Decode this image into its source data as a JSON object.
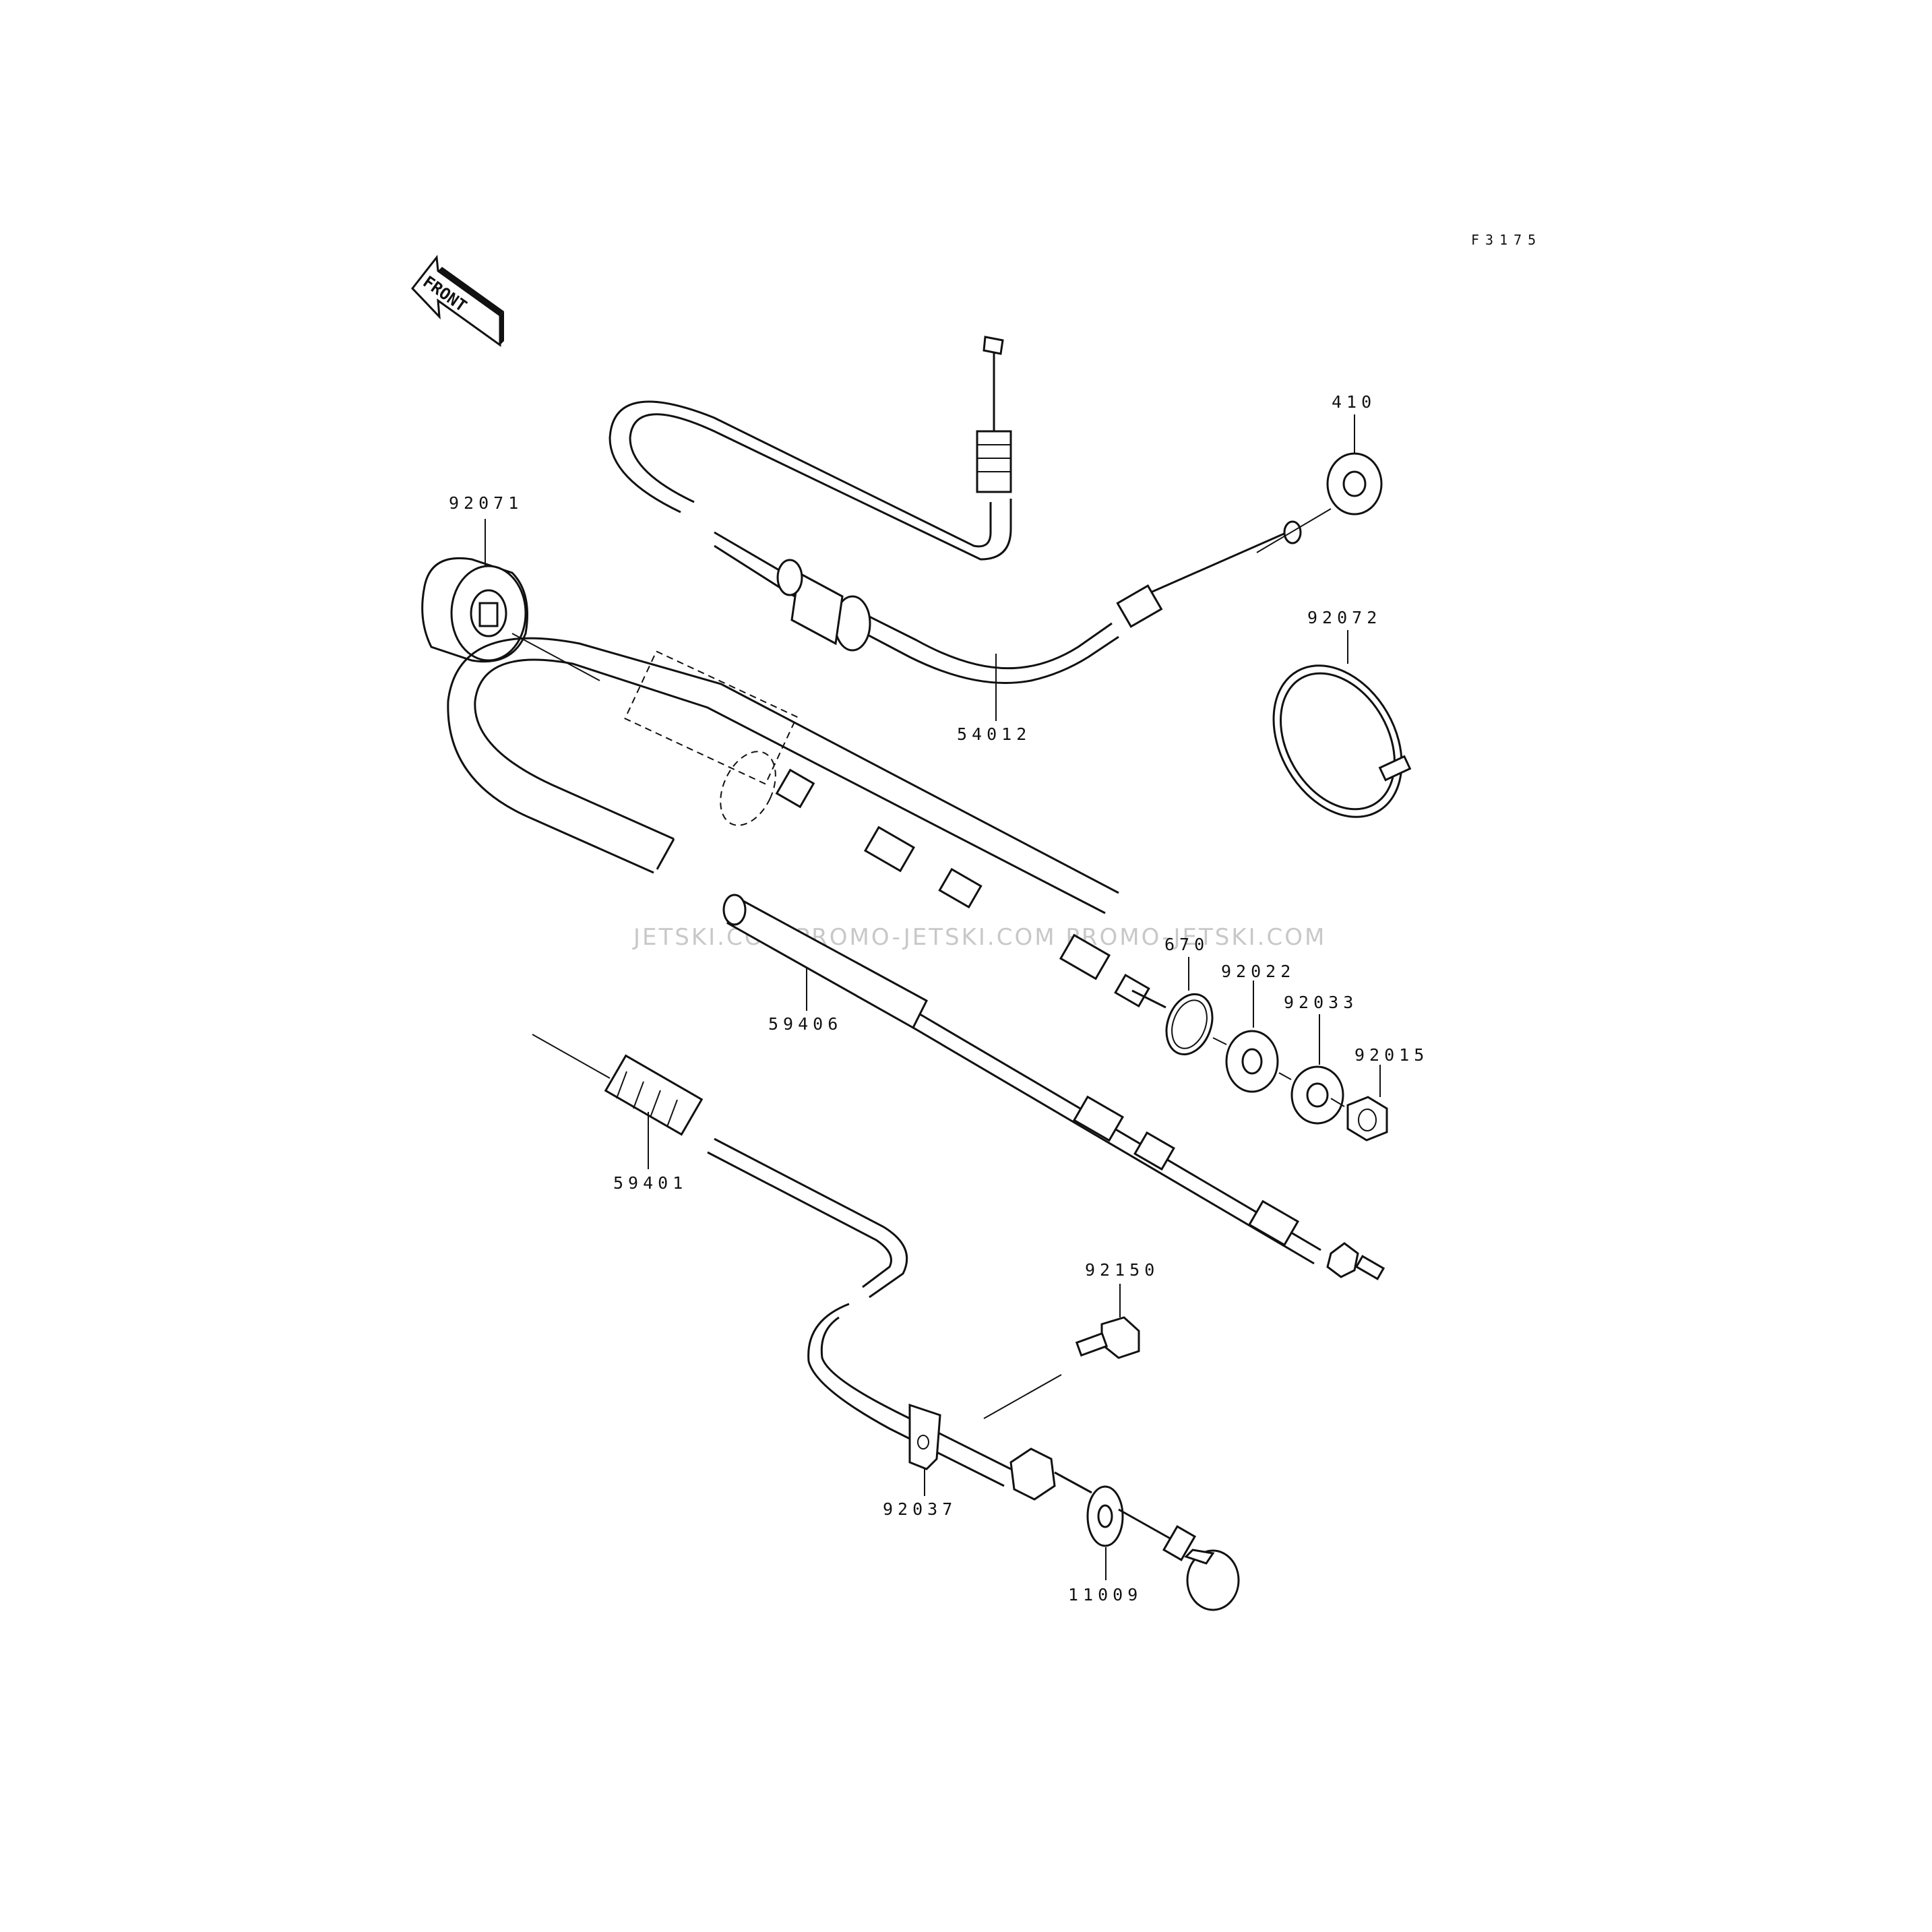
{
  "diagram": {
    "figure_code": "F3175",
    "front_label": "FRONT",
    "watermark": "JETSKI.COM   PROMO-JETSKI.COM   PROMO-JETSKI.COM",
    "parts": [
      {
        "id": "410"
      },
      {
        "id": "92071"
      },
      {
        "id": "92072"
      },
      {
        "id": "54012"
      },
      {
        "id": "670"
      },
      {
        "id": "92022"
      },
      {
        "id": "92033"
      },
      {
        "id": "92015"
      },
      {
        "id": "59406"
      },
      {
        "id": "59401"
      },
      {
        "id": "92150"
      },
      {
        "id": "92037"
      },
      {
        "id": "11009"
      }
    ]
  }
}
